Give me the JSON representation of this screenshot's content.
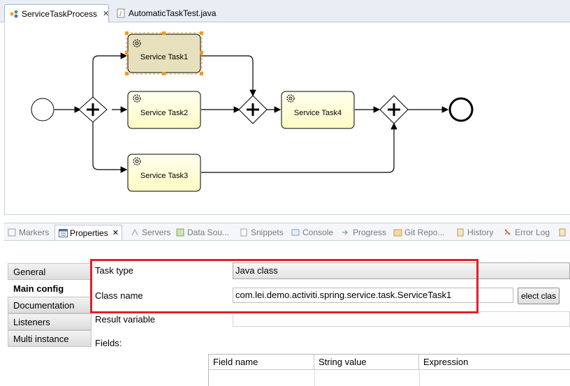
{
  "editor_tabs": [
    {
      "label": "ServiceTaskProcess",
      "icon": "process-icon",
      "active": true
    },
    {
      "label": "AutomaticTaskTest.java",
      "icon": "java-file-icon",
      "active": false
    }
  ],
  "diagram": {
    "tasks": {
      "task1": "Service Task1",
      "task2": "Service Task2",
      "task3": "Service Task3",
      "task4": "Service Task4"
    }
  },
  "views": [
    {
      "label": "Markers",
      "icon": "markers-icon",
      "active": false
    },
    {
      "label": "Properties",
      "icon": "properties-icon",
      "active": true
    },
    {
      "label": "Servers",
      "icon": "servers-icon",
      "active": false
    },
    {
      "label": "Data Sou...",
      "icon": "data-source-icon",
      "active": false
    },
    {
      "label": "Snippets",
      "icon": "snippets-icon",
      "active": false
    },
    {
      "label": "Console",
      "icon": "console-icon",
      "active": false
    },
    {
      "label": "Progress",
      "icon": "progress-icon",
      "active": false
    },
    {
      "label": "Git Repo...",
      "icon": "git-icon",
      "active": false
    },
    {
      "label": "History",
      "icon": "history-icon",
      "active": false
    },
    {
      "label": "Error Log",
      "icon": "error-log-icon",
      "active": false
    }
  ],
  "properties": {
    "side_tabs": [
      "General",
      "Main config",
      "Documentation",
      "Listeners",
      "Multi instance"
    ],
    "active_side_tab": "Main config",
    "task_type_label": "Task type",
    "task_type_value": "Java class",
    "class_name_label": "Class name",
    "class_name_value": "com.lei.demo.activiti.spring.service.task.ServiceTask1",
    "select_class_button": "elect clas",
    "result_variable_label": "Result variable",
    "fields_label": "Fields:",
    "fields_columns": [
      "Field name",
      "String value",
      "Expression"
    ]
  },
  "colors": {
    "task_fill": "#ffffcc",
    "selected_task_fill": "#e6e0bc",
    "selection_handle": "#f59a1b",
    "highlight_box": "#e0202a"
  }
}
